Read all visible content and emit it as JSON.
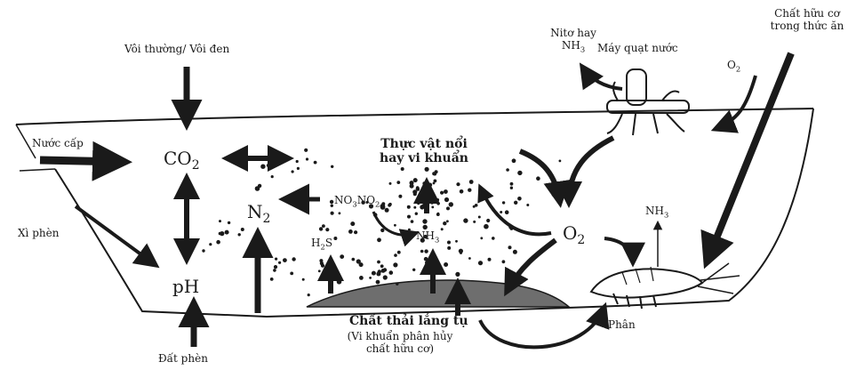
{
  "labels": {
    "voi": "Vôi thường/ Vôi đen",
    "nuoc_cap": "Nước cấp",
    "xi_phen": "Xì phèn",
    "dat_phen": "Đất phèn",
    "co2": "CO",
    "co2_sub": "2",
    "ph": "pH",
    "n2": "N",
    "n2_sub": "2",
    "thuc_vat_1": "Thực vật nổi",
    "thuc_vat_2": "hay vi khuẩn",
    "no3no2": "NO",
    "no3no2_sub1": "3",
    "no3no2_mid": "NO",
    "no3no2_sub2": "2",
    "h2s": "H",
    "h2s_sub": "2",
    "h2s_tail": "S",
    "nh3_center": "NH",
    "nh3_center_sub": "3",
    "chat_thai": "Chất thải lắng tụ",
    "vi_khuan_1": "(Vi khuẩn phân hủy",
    "vi_khuan_2": "chất hữu cơ)",
    "o2_big": "O",
    "o2_big_sub": "2",
    "nito_1": "Nitơ hay",
    "nito_2": "NH",
    "nito_2_sub": "3",
    "may_quat": "Máy quạt nước",
    "o2_small": "O",
    "o2_small_sub": "2",
    "chat_huu_co_1": "Chất hữu cơ",
    "chat_huu_co_2": "trong thức ăn",
    "nh3_shrimp": "NH",
    "nh3_shrimp_sub": "3",
    "phan": "Phân"
  },
  "colors": {
    "ink": "#1a1a1a",
    "sediment": "#6e6e6e",
    "background": "#ffffff"
  }
}
